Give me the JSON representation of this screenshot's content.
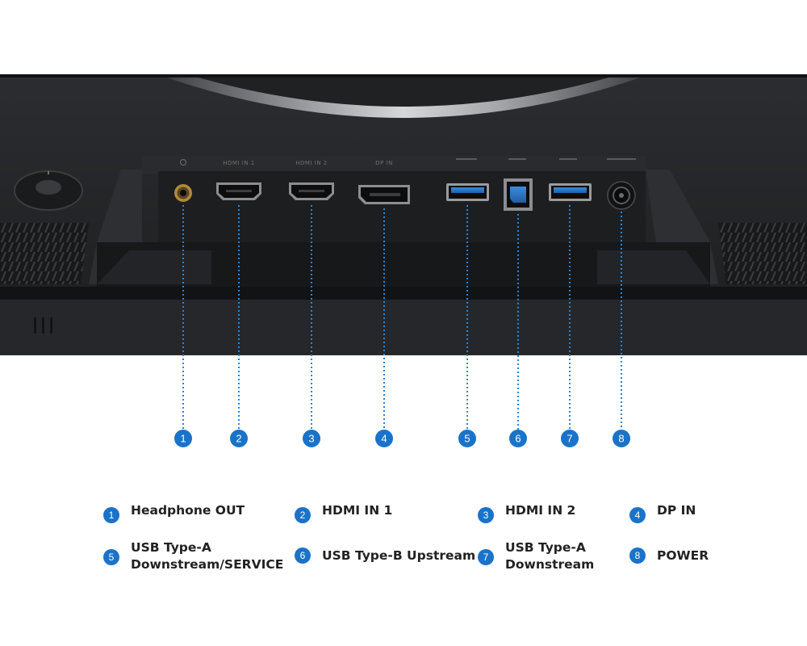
{
  "colors": {
    "accent": "#1a73c8",
    "housing": "#262729",
    "panel": "#1d1e20",
    "legend_text": "#222222"
  },
  "port_labels": [
    "HDMI IN 1",
    "HDMI IN 2",
    "DP IN"
  ],
  "callouts": [
    "1",
    "2",
    "3",
    "4",
    "5",
    "6",
    "7",
    "8"
  ],
  "legend": [
    {
      "number": "1",
      "lines": [
        "Headphone OUT"
      ]
    },
    {
      "number": "2",
      "lines": [
        "HDMI IN 1"
      ]
    },
    {
      "number": "3",
      "lines": [
        "HDMI IN 2"
      ]
    },
    {
      "number": "4",
      "lines": [
        "DP IN"
      ]
    },
    {
      "number": "5",
      "lines": [
        "USB Type-A",
        "Downstream/SERVICE"
      ]
    },
    {
      "number": "6",
      "lines": [
        "USB Type-B Upstream"
      ]
    },
    {
      "number": "7",
      "lines": [
        "USB Type-A",
        "Downstream"
      ]
    },
    {
      "number": "8",
      "lines": [
        "POWER"
      ]
    }
  ]
}
